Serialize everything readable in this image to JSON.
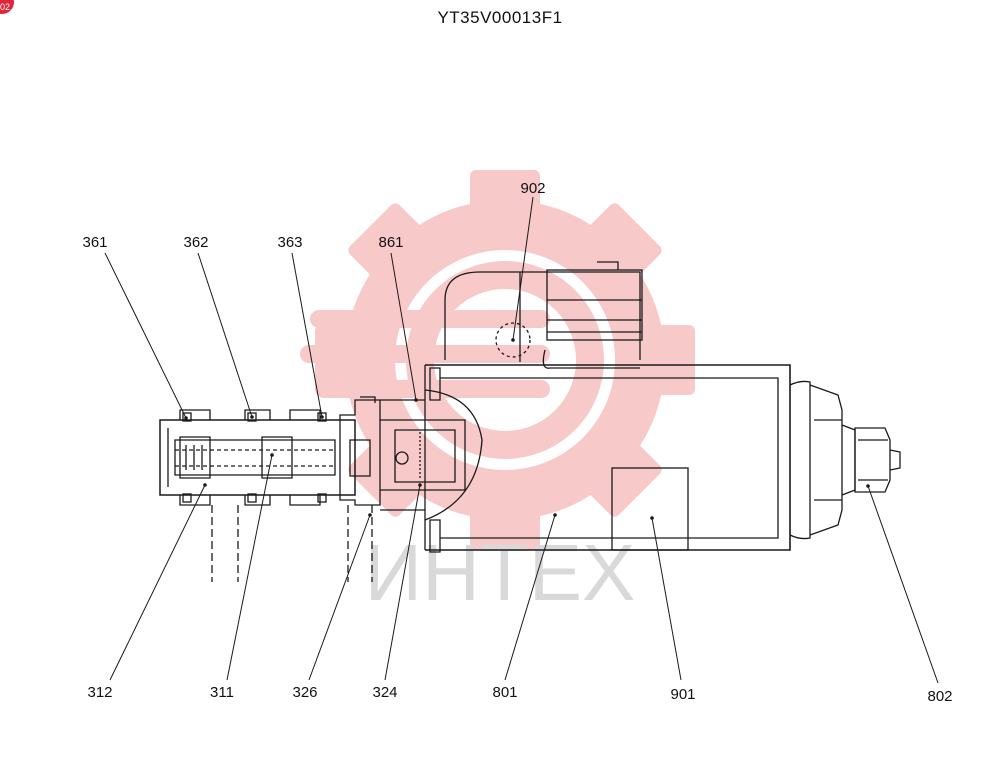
{
  "title": "YT35V00013F1",
  "corner_badge": "02",
  "watermark_text": "ИНТЕХ",
  "colors": {
    "watermark": "#f7c4c4",
    "watermark_text": "#d9d9d9",
    "badge": "#e0263a",
    "line": "#1a1a1a"
  },
  "callouts": {
    "c361": "361",
    "c362": "362",
    "c363": "363",
    "c861": "861",
    "c902": "902",
    "c312": "312",
    "c311": "311",
    "c326": "326",
    "c324": "324",
    "c801": "801",
    "c901": "901",
    "c802": "802"
  }
}
